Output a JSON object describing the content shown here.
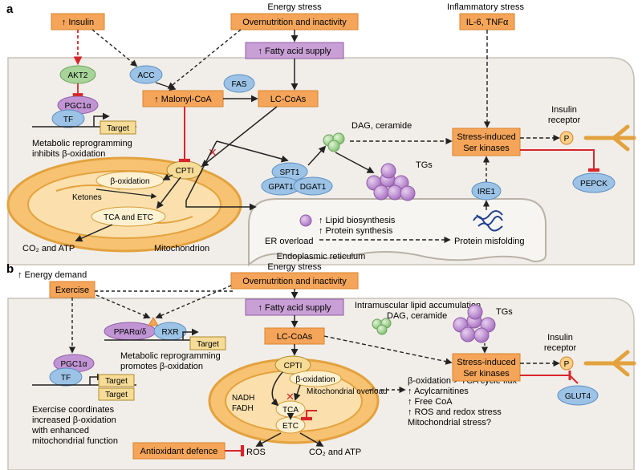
{
  "panel_a": {
    "label": "a",
    "insulin": "↑ Insulin",
    "energy_stress": "Energy stress",
    "overnutrition": "Overnutrition and inactivity",
    "inflammatory_stress": "Inflammatory stress",
    "il6_tnf": "IL-6, TNFα",
    "fatty_acid_supply": "↑ Fatty acid supply",
    "akt2": "AKT2",
    "acc": "ACC",
    "fas": "FAS",
    "malonyl_coa": "↑ Malonyl-CoA",
    "lc_coas": "LC-CoAs",
    "pgc1a": "PGC1α",
    "tf": "TF",
    "target": "Target",
    "reprogramming_line1": "Metabolic reprogramming",
    "reprogramming_line2": "inhibits β-oxidation",
    "cpt1": "CPTI",
    "beta_oxidation": "β-oxidation",
    "ketones": "Ketones",
    "tca_etc": "TCA and ETC",
    "co2_atp": "CO₂ and ATP",
    "mitochondrion": "Mitochondrion",
    "spt1": "SPT1",
    "gpat1": "GPAT1",
    "dgat1": "DGAT1",
    "dag_ceramide": "DAG, ceramide",
    "tgs": "TGs",
    "stress_kinases_line1": "Stress-induced",
    "stress_kinases_line2": "Ser kinases",
    "insulin_receptor_line1": "Insulin",
    "insulin_receptor_line2": "receptor",
    "p": "P",
    "pepck": "PEPCK",
    "ire1": "IRE1",
    "lipid_biosynthesis": "↑ Lipid biosynthesis",
    "protein_synthesis": "↑ Protein synthesis",
    "er_overload": "ER overload",
    "protein_misfolding": "Protein misfolding",
    "er": "Endoplasmic reticulum"
  },
  "panel_b": {
    "label": "b",
    "energy_demand": "↑ Energy demand",
    "energy_stress": "Energy stress",
    "overnutrition": "Overnutrition and inactivity",
    "exercise": "Exercise",
    "fatty_acid_supply": "↑ Fatty acid supply",
    "intramuscular": "Intramuscular lipid accumulation",
    "dag_ceramide": "DAG, ceramide",
    "tgs": "TGs",
    "ppar": "PPARα/δ",
    "rxr": "RXR",
    "target": "Target",
    "reprogramming_line1": "Metabolic reprogramming",
    "reprogramming_line2": "promotes β-oxidation",
    "lc_coas": "LC-CoAs",
    "pgc1a": "PGC1α",
    "tf": "TF",
    "target1": "Target",
    "target2": "Target",
    "exercise_text": [
      "Exercise coordinates",
      "increased β-oxidation",
      "with enhanced",
      "mitochondrial function"
    ],
    "cpt1": "CPTI",
    "beta_oxidation": "β-oxidation",
    "nadh": "NADH",
    "fadh": "FADH",
    "tca": "TCA",
    "etc": "ETC",
    "mito_overload": "Mitochondrial overload",
    "outcomes": [
      "β-oxidation > TCA cycle flux",
      "↑ Acylcarnitines",
      "↑ Free CoA",
      "↑ ROS and redox stress",
      "Mitochondrial stress?"
    ],
    "stress_kinases_line1": "Stress-induced",
    "stress_kinases_line2": "Ser kinases",
    "insulin_receptor_line1": "Insulin",
    "insulin_receptor_line2": "receptor",
    "p": "P",
    "glut4": "GLUT4",
    "antioxidant": "Antioxidant defence",
    "ros": "ROS",
    "co2_atp": "CO₂ and ATP"
  },
  "colors": {
    "orange_box": "#f5a55a",
    "orange_border": "#d9822b",
    "purple_box": "#c9a0d6",
    "purple_border": "#8f5aa6",
    "cell_bg": "#f1eee9",
    "mito_fill": "#f7c272",
    "mito_stroke": "#e3a23e",
    "green": "#a8d49a",
    "blue": "#9cc3e6",
    "lilac": "#c195d4",
    "red": "#d7262b",
    "yellow_box": "#f6dc97"
  }
}
